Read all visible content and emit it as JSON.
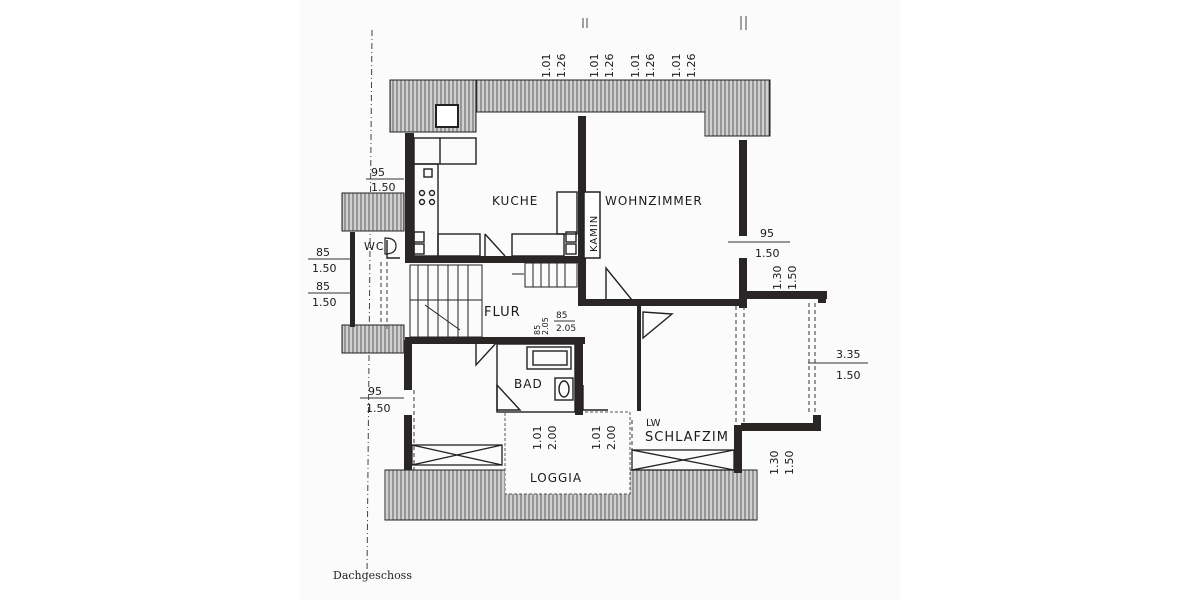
{
  "caption": "Dachgeschoss",
  "rooms": {
    "kueche": "KUCHE",
    "wohnzimmer": "WOHNZIMMER",
    "kamin": "KAMIN",
    "wc": "WC",
    "flur": "FLUR",
    "bad": "BAD",
    "loggia": "LOGGIA",
    "schlafzimmer": "SCHLAFZIM",
    "lw": "LW"
  },
  "dimensions": {
    "top": [
      {
        "w": "1.01",
        "h": "1.26"
      },
      {
        "w": "1.01",
        "h": "1.26"
      },
      {
        "w": "1.01",
        "h": "1.26"
      },
      {
        "w": "1.01",
        "h": "1.26"
      }
    ],
    "left_kitchen": {
      "w": "95",
      "h": "1.50"
    },
    "left_wc_1": {
      "w": "85",
      "h": "1.50"
    },
    "left_wc_2": {
      "w": "85",
      "h": "1.50"
    },
    "left_lower": {
      "w": "95",
      "h": "1.50"
    },
    "flur_door_a": {
      "w": "85",
      "h": "2.05"
    },
    "flur_door_b": {
      "w": "85",
      "h": "2.05"
    },
    "right_wohn": {
      "w": "95",
      "h": "1.50"
    },
    "right_wohn_v": {
      "w": "1.30",
      "h": "1.50"
    },
    "right_balcony": {
      "w": "3.35",
      "h": "1.50"
    },
    "right_lower_v": {
      "w": "1.30",
      "h": "1.50"
    },
    "loggia_1": {
      "w": "1.01",
      "h": "2.00"
    },
    "loggia_2": {
      "w": "1.01",
      "h": "2.00"
    }
  },
  "colors": {
    "wall": "#2b2626",
    "roof_hatch": "#3a3a3a",
    "paper": "#fbfbfb"
  }
}
